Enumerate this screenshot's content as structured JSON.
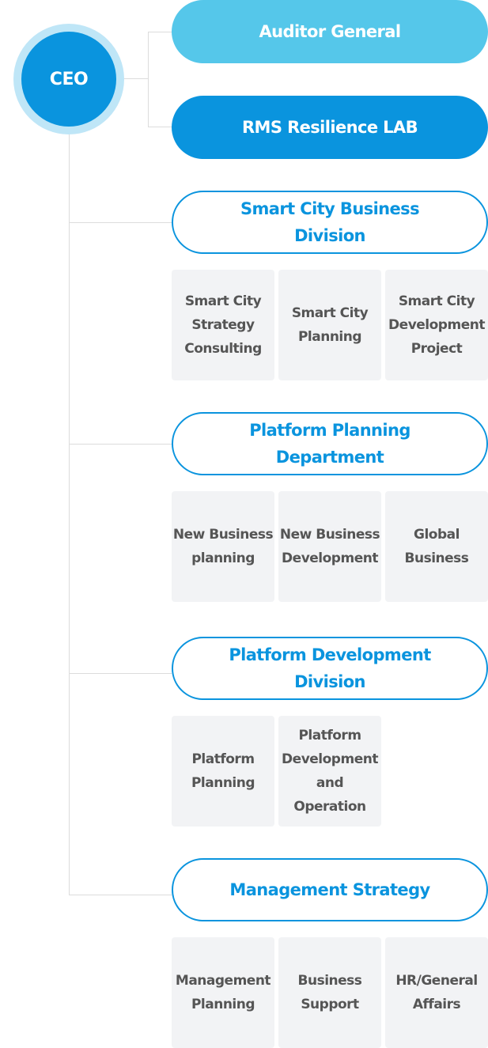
{
  "ceo": {
    "label": "CEO"
  },
  "top_units": [
    {
      "label": "Auditor General"
    },
    {
      "label": "RMS Resilience LAB"
    }
  ],
  "divisions": [
    {
      "label": "Smart City Business Division",
      "teams": [
        {
          "label": "Smart City Strategy Consulting"
        },
        {
          "label": "Smart City Planning"
        },
        {
          "label": "Smart City Development Project"
        }
      ]
    },
    {
      "label": "Platform Planning Department",
      "teams": [
        {
          "label": "New Business planning"
        },
        {
          "label": "New Business Development"
        },
        {
          "label": "Global Business"
        }
      ]
    },
    {
      "label": "Platform Development Division",
      "teams": [
        {
          "label": "Platform Planning"
        },
        {
          "label": "Platform Development and Operation"
        }
      ]
    },
    {
      "label": "Management Strategy",
      "teams": [
        {
          "label": "Management Planning"
        },
        {
          "label": "Business Support"
        },
        {
          "label": "HR/General Affairs"
        }
      ]
    }
  ],
  "colors": {
    "primary": "#0a94de",
    "light": "#55c7ea",
    "ceo_ring": "#bfe6f7",
    "team_bg": "#f2f3f5",
    "team_text": "#555555",
    "connector": "#dcdcdc"
  }
}
